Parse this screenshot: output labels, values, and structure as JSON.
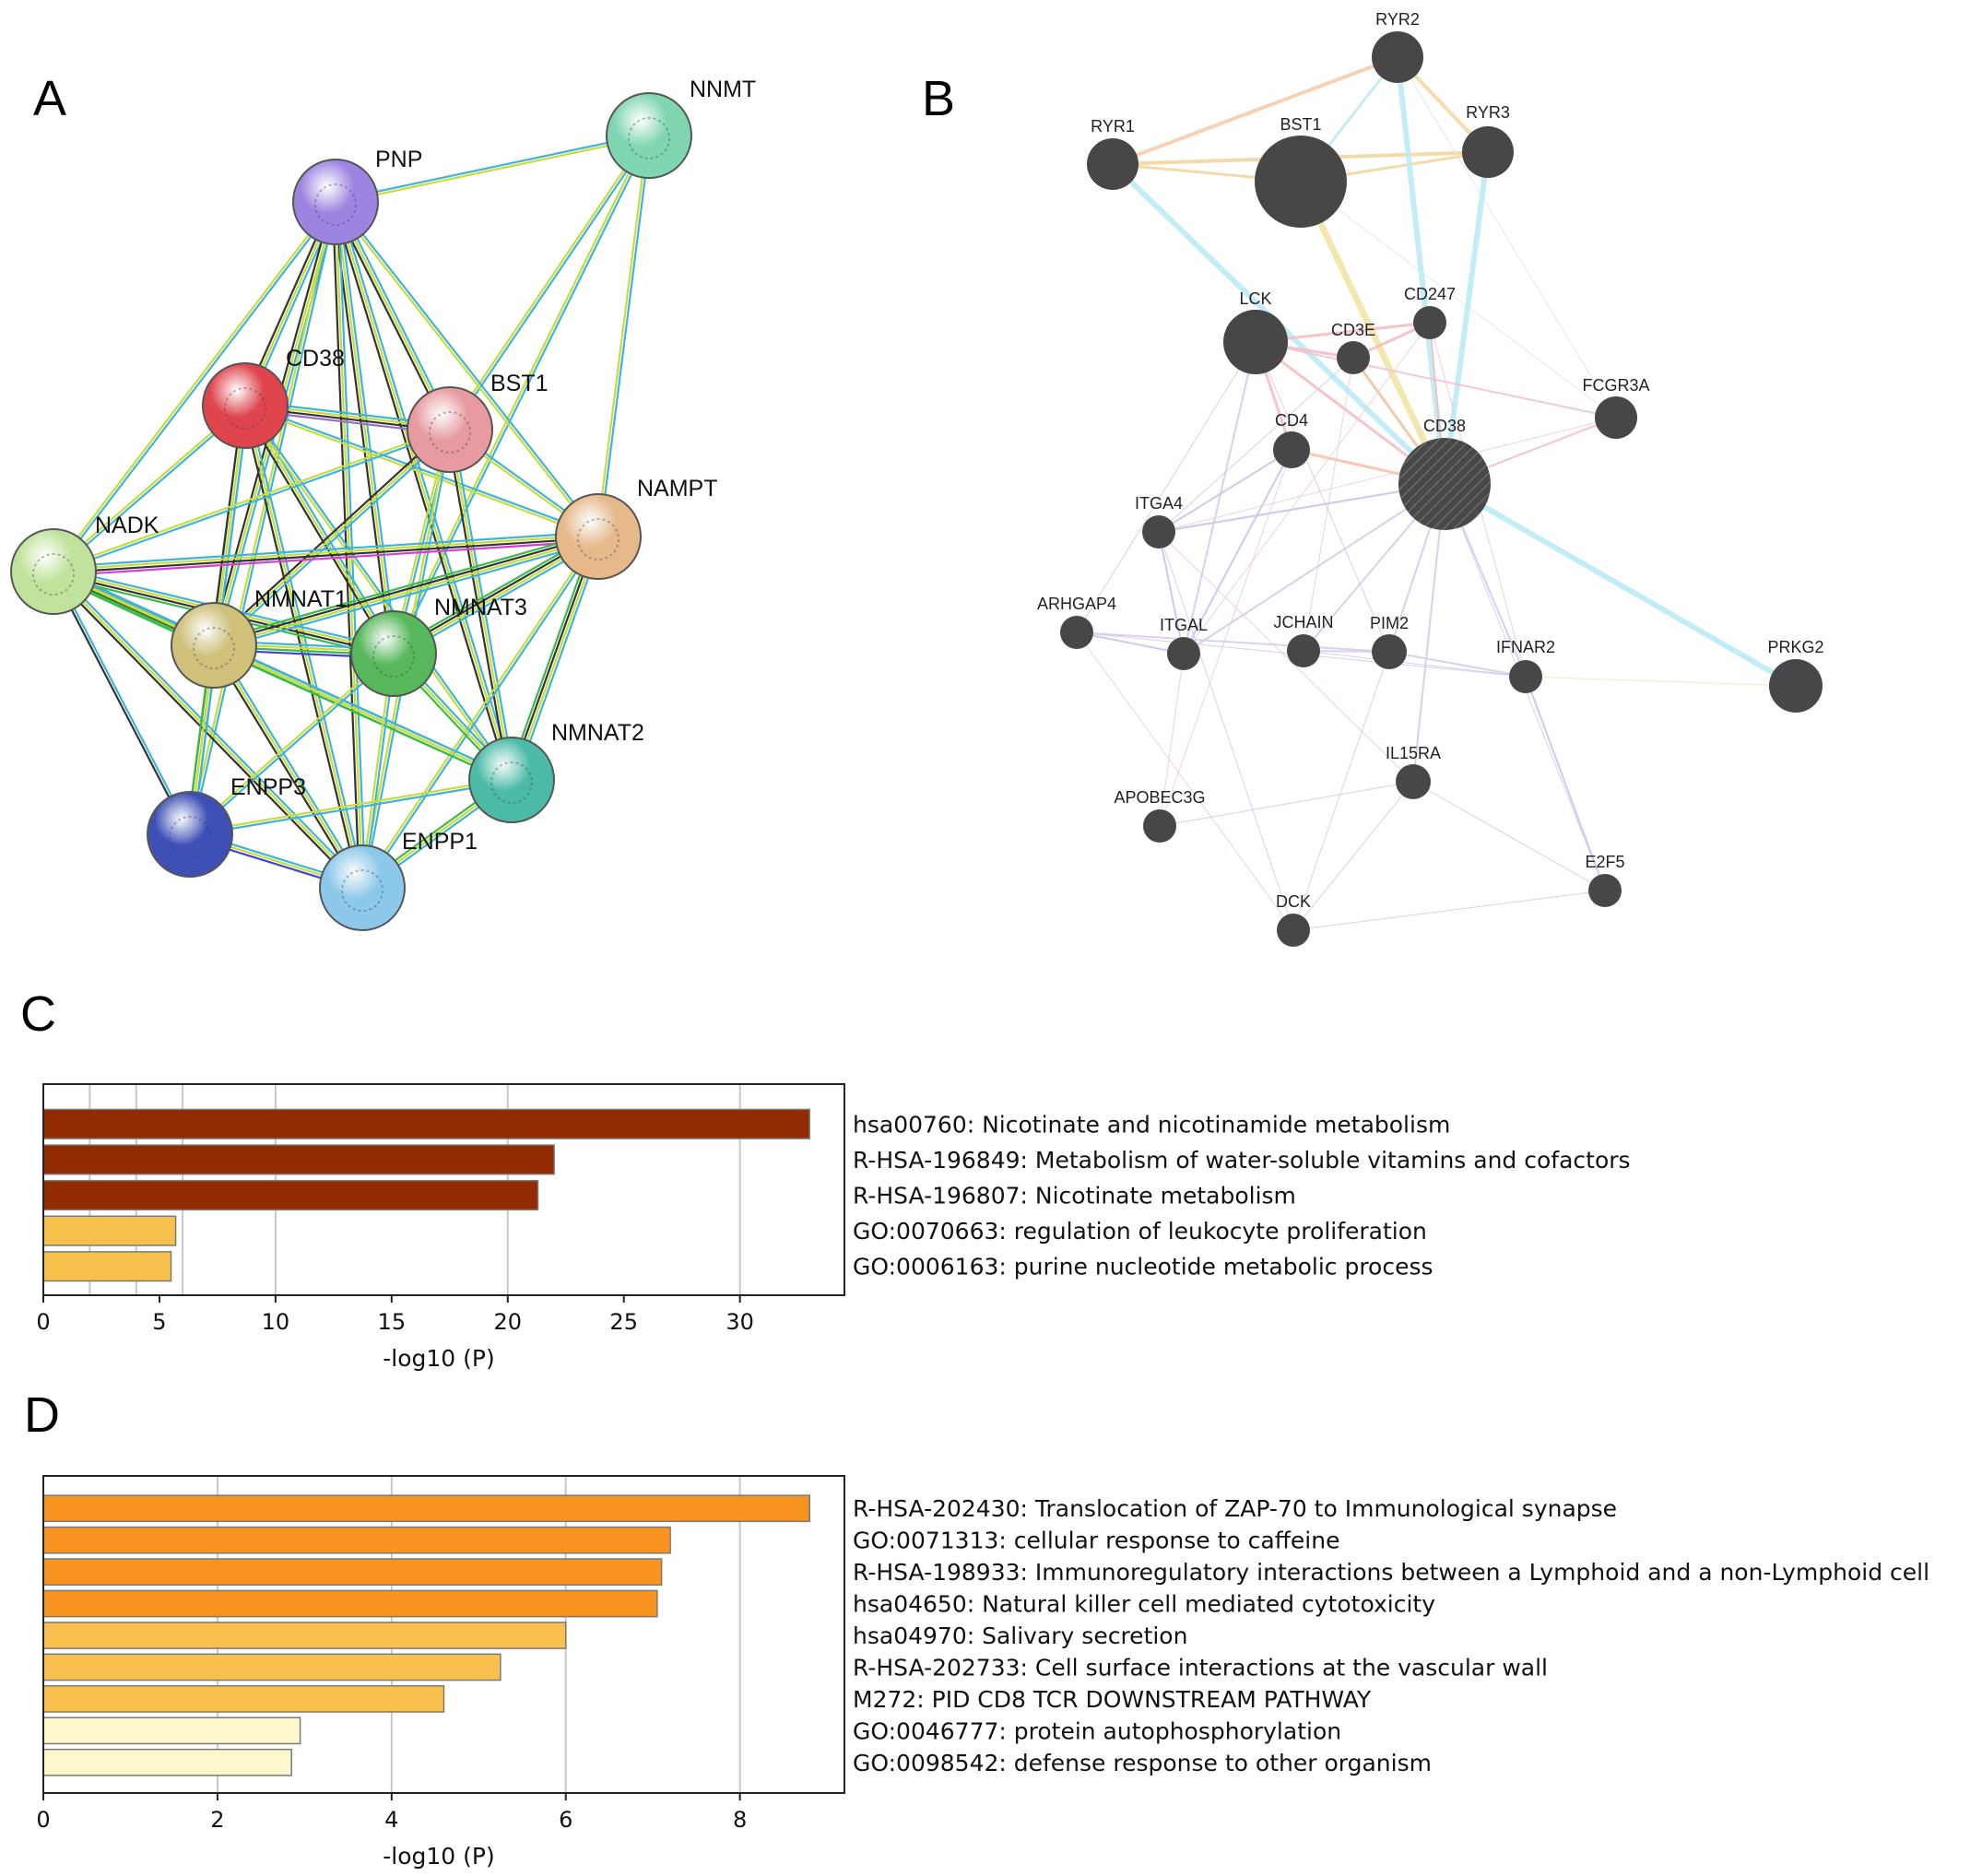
{
  "panels": {
    "A": {
      "letter": "A",
      "nodes": [
        {
          "id": "NNMT",
          "label": "NNMT",
          "color": "#7fd6b0"
        },
        {
          "id": "PNP",
          "label": "PNP",
          "color": "#9d84e0"
        },
        {
          "id": "CD38",
          "label": "CD38",
          "color": "#e0454d"
        },
        {
          "id": "BST1",
          "label": "BST1",
          "color": "#e79aa0"
        },
        {
          "id": "NAMPT",
          "label": "NAMPT",
          "color": "#e6b98a"
        },
        {
          "id": "NADK",
          "label": "NADK",
          "color": "#bfe39a"
        },
        {
          "id": "NMNAT1",
          "label": "NMNAT1",
          "color": "#cfc07a"
        },
        {
          "id": "NMNAT3",
          "label": "NMNAT3",
          "color": "#56b85a"
        },
        {
          "id": "NMNAT2",
          "label": "NMNAT2",
          "color": "#4bbba8"
        },
        {
          "id": "ENPP3",
          "label": "ENPP3",
          "color": "#3e4fb5"
        },
        {
          "id": "ENPP1",
          "label": "ENPP1",
          "color": "#8cc8ea"
        }
      ]
    },
    "B": {
      "letter": "B",
      "nodes": [
        {
          "id": "RYR2",
          "label": "RYR2"
        },
        {
          "id": "RYR1",
          "label": "RYR1"
        },
        {
          "id": "BST1",
          "label": "BST1"
        },
        {
          "id": "RYR3",
          "label": "RYR3"
        },
        {
          "id": "LCK",
          "label": "LCK"
        },
        {
          "id": "CD247",
          "label": "CD247"
        },
        {
          "id": "CD3E",
          "label": "CD3E"
        },
        {
          "id": "FCGR3A",
          "label": "FCGR3A"
        },
        {
          "id": "CD4",
          "label": "CD4"
        },
        {
          "id": "CD38",
          "label": "CD38"
        },
        {
          "id": "ITGA4",
          "label": "ITGA4"
        },
        {
          "id": "ARHGAP4",
          "label": "ARHGAP4"
        },
        {
          "id": "ITGAL",
          "label": "ITGAL"
        },
        {
          "id": "JCHAIN",
          "label": "JCHAIN"
        },
        {
          "id": "PIM2",
          "label": "PIM2"
        },
        {
          "id": "IFNAR2",
          "label": "IFNAR2"
        },
        {
          "id": "PRKG2",
          "label": "PRKG2"
        },
        {
          "id": "IL15RA",
          "label": "IL15RA"
        },
        {
          "id": "APOBEC3G",
          "label": "APOBEC3G"
        },
        {
          "id": "E2F5",
          "label": "E2F5"
        },
        {
          "id": "DCK",
          "label": "DCK"
        }
      ]
    },
    "C": {
      "letter": "C"
    },
    "D": {
      "letter": "D"
    }
  },
  "chart_data": [
    {
      "id": "C",
      "type": "bar",
      "orientation": "horizontal",
      "categories": [
        "hsa00760: Nicotinate and nicotinamide metabolism",
        "R-HSA-196849: Metabolism of water-soluble vitamins and cofactors",
        "R-HSA-196807: Nicotinate metabolism",
        "GO:0070663: regulation of leukocyte proliferation",
        "GO:0006163: purine nucleotide metabolic process"
      ],
      "values": [
        33.0,
        22.0,
        21.3,
        5.7,
        5.5
      ],
      "colors": [
        "#922b00",
        "#922b00",
        "#922b00",
        "#f7c04a",
        "#f7c04a"
      ],
      "xlabel": "-log10 (P)",
      "xlim": [
        0,
        34.5
      ],
      "xticks": [
        0,
        5,
        10,
        15,
        20,
        25,
        30
      ],
      "gridlines": [
        2,
        4,
        6,
        10,
        20,
        30
      ]
    },
    {
      "id": "D",
      "type": "bar",
      "orientation": "horizontal",
      "categories": [
        "R-HSA-202430: Translocation of ZAP-70 to Immunological synapse",
        "GO:0071313: cellular response to caffeine",
        "R-HSA-198933: Immunoregulatory interactions between a Lymphoid and a non-Lymphoid cell",
        "hsa04650: Natural killer cell mediated cytotoxicity",
        "hsa04970: Salivary secretion",
        "R-HSA-202733: Cell surface interactions at the vascular wall",
        "M272: PID CD8 TCR DOWNSTREAM PATHWAY",
        "GO:0046777: protein autophosphorylation",
        "GO:0098542: defense response to other organism"
      ],
      "values": [
        8.8,
        7.2,
        7.1,
        7.05,
        6.0,
        5.25,
        4.6,
        2.95,
        2.85
      ],
      "colors": [
        "#f7931e",
        "#f7931e",
        "#f7931e",
        "#f7931e",
        "#f9c04e",
        "#f9c04e",
        "#f9c04e",
        "#fff7cc",
        "#fff7cc"
      ],
      "xlabel": "-log10 (P)",
      "xlim": [
        0,
        9.2
      ],
      "xticks": [
        0,
        2,
        4,
        6,
        8
      ],
      "gridlines": [
        2,
        4,
        6,
        8
      ]
    }
  ]
}
